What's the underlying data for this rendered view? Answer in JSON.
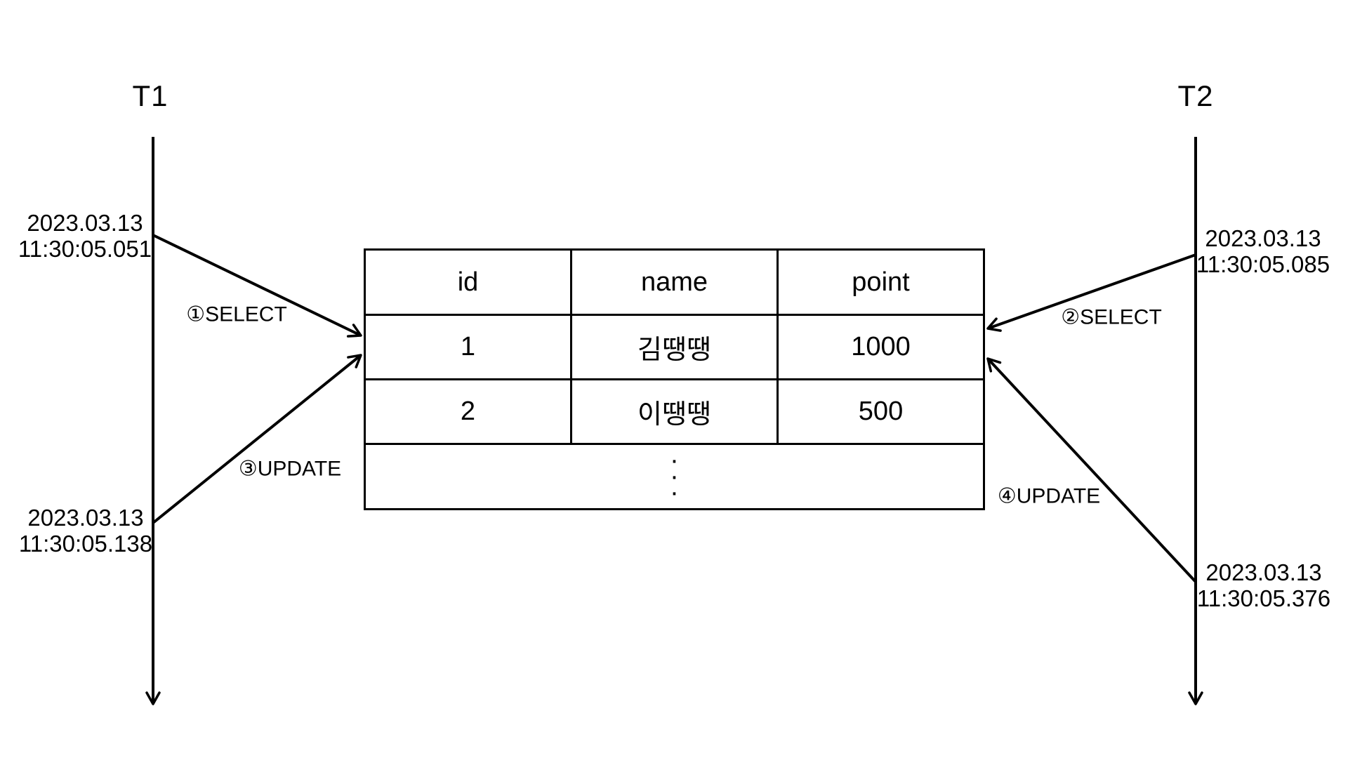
{
  "page": {
    "background": "#ffffff",
    "ink": "#000000"
  },
  "transactions": {
    "t1": {
      "label": "T1"
    },
    "t2": {
      "label": "T2"
    }
  },
  "operations": {
    "op1": {
      "label": "①SELECT",
      "date": "2023.03.13",
      "time": "11:30:05.051",
      "actor": "T1"
    },
    "op2": {
      "label": "②SELECT",
      "date": "2023.03.13",
      "time": "11:30:05.085",
      "actor": "T2"
    },
    "op3": {
      "label": "③UPDATE",
      "date": "2023.03.13",
      "time": "11:30:05.138",
      "actor": "T1"
    },
    "op4": {
      "label": "④UPDATE",
      "date": "2023.03.13",
      "time": "11:30:05.376",
      "actor": "T2"
    }
  },
  "table": {
    "headers": [
      "id",
      "name",
      "point"
    ],
    "rows": [
      [
        "1",
        "김땡땡",
        "1000"
      ],
      [
        "2",
        "이땡땡",
        "500"
      ]
    ],
    "more_indicator": [
      "·",
      "·",
      "·"
    ]
  }
}
